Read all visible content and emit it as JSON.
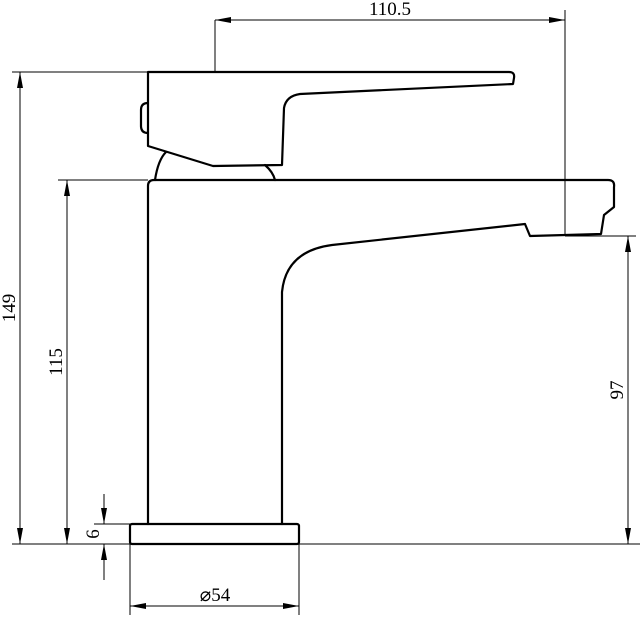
{
  "drawing": {
    "title": "",
    "dimensions": {
      "overall_height": "149",
      "body_height": "115",
      "spout_height": "97",
      "base_thickness": "6",
      "projection": "110.5",
      "base_diameter": "⌀54"
    }
  }
}
